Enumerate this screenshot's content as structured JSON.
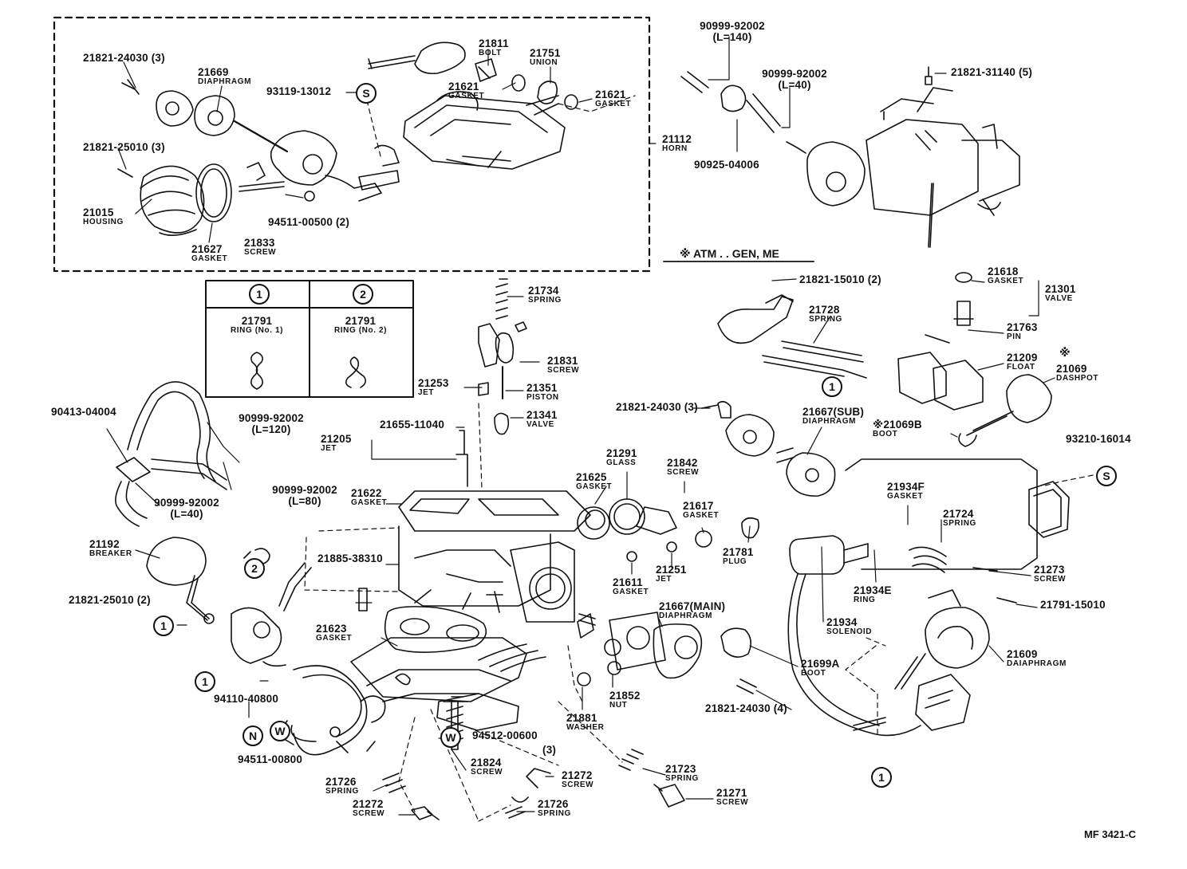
{
  "diagram": {
    "code": "MF 3421-C",
    "atm_note": "※ ATM . . GEN, ME",
    "ring_box": {
      "ring1": {
        "mark": "1",
        "part": "21791",
        "name": "RING (No. 1)"
      },
      "ring2": {
        "mark": "2",
        "part": "21791",
        "name": "RING (No. 2)"
      }
    },
    "parts": {
      "p21821_24030_3": {
        "num": "21821-24030 (3)",
        "name": ""
      },
      "p21669": {
        "num": "21669",
        "name": "DIAPHRAGM"
      },
      "p93119": {
        "num": "93119-13012",
        "name": ""
      },
      "p21811": {
        "num": "21811",
        "name": "BOLT"
      },
      "p21751": {
        "num": "21751",
        "name": "UNION"
      },
      "p21621a": {
        "num": "21621",
        "name": "GASKET"
      },
      "p21621b": {
        "num": "21621",
        "name": "GASKET"
      },
      "p21821_25010_3": {
        "num": "21821-25010 (3)",
        "name": ""
      },
      "p21112": {
        "num": "21112",
        "name": "HORN"
      },
      "p21015": {
        "num": "21015",
        "name": "HOUSING"
      },
      "p94511_00500": {
        "num": "94511-00500 (2)",
        "name": ""
      },
      "p21833": {
        "num": "21833",
        "name": "SCREW"
      },
      "p21627": {
        "num": "21627",
        "name": "GASKET"
      },
      "p90999_140": {
        "num": "90999-92002",
        "name": "(L=140)"
      },
      "p90999_40a": {
        "num": "90999-92002",
        "name": "(L=40)"
      },
      "p21821_31140": {
        "num": "21821-31140 (5)",
        "name": ""
      },
      "p90925": {
        "num": "90925-04006",
        "name": ""
      },
      "p21734": {
        "num": "21734",
        "name": "SPRING"
      },
      "p21831": {
        "num": "21831",
        "name": "SCREW"
      },
      "p21253": {
        "num": "21253",
        "name": "JET"
      },
      "p21351": {
        "num": "21351",
        "name": "PISTON"
      },
      "p21341": {
        "num": "21341",
        "name": "VALVE"
      },
      "p21655": {
        "num": "21655-11040",
        "name": ""
      },
      "p21205": {
        "num": "21205",
        "name": "JET"
      },
      "p90413": {
        "num": "90413-04004",
        "name": ""
      },
      "p90999_120": {
        "num": "90999-92002",
        "name": "(L=120)"
      },
      "p90999_80": {
        "num": "90999-92002",
        "name": "(L=80)"
      },
      "p90999_40b": {
        "num": "90999-92002",
        "name": "(L=40)"
      },
      "p21622": {
        "num": "21622",
        "name": "GASKET"
      },
      "p21192": {
        "num": "21192",
        "name": "BREAKER"
      },
      "p21821_25010_2": {
        "num": "21821-25010 (2)",
        "name": ""
      },
      "p21885": {
        "num": "21885-38310",
        "name": ""
      },
      "p21623": {
        "num": "21623",
        "name": "GASKET"
      },
      "p94110": {
        "num": "94110-40800",
        "name": ""
      },
      "p94511_00800": {
        "num": "94511-00800",
        "name": ""
      },
      "p94512": {
        "num": "94512-00600",
        "name": ""
      },
      "p21824": {
        "num": "21824",
        "name": "SCREW"
      },
      "p21272a": {
        "num": "21272",
        "name": "SCREW",
        "qty": "(3)"
      },
      "p21726a": {
        "num": "21726",
        "name": "SPRING"
      },
      "p21272b": {
        "num": "21272",
        "name": "SCREW"
      },
      "p21726b": {
        "num": "21726",
        "name": "SPRING"
      },
      "p21723": {
        "num": "21723",
        "name": "SPRING"
      },
      "p21271": {
        "num": "21271",
        "name": "SCREW"
      },
      "p21291": {
        "num": "21291",
        "name": "GLASS"
      },
      "p21625": {
        "num": "21625",
        "name": "GASKET"
      },
      "p21842": {
        "num": "21842",
        "name": "SCREW"
      },
      "p21617": {
        "num": "21617",
        "name": "GASKET"
      },
      "p21781": {
        "num": "21781",
        "name": "PLUG"
      },
      "p21611": {
        "num": "21611",
        "name": "GASKET"
      },
      "p21251": {
        "num": "21251",
        "name": "JET"
      },
      "p21667main": {
        "num": "21667(MAIN)",
        "name": "DIAPHRAGM"
      },
      "p21852": {
        "num": "21852",
        "name": "NUT"
      },
      "p21881": {
        "num": "21881",
        "name": "WASHER"
      },
      "p21699a": {
        "num": "21699A",
        "name": "BOOT"
      },
      "p21821_24030_4": {
        "num": "21821-24030 (4)",
        "name": ""
      },
      "p21821_15010": {
        "num": "21821-15010 (2)",
        "name": ""
      },
      "p21728": {
        "num": "21728",
        "name": "SPRING"
      },
      "p21618": {
        "num": "21618",
        "name": "GASKET"
      },
      "p21301": {
        "num": "21301",
        "name": "VALVE"
      },
      "p21763": {
        "num": "21763",
        "name": "PIN"
      },
      "p21209": {
        "num": "21209",
        "name": "FLOAT"
      },
      "p21069": {
        "num": "21069",
        "name": "DASHPOT"
      },
      "p21821_24030_b": {
        "num": "21821-24030 (3)",
        "name": ""
      },
      "p21667sub": {
        "num": "21667(SUB)",
        "name": "DIAPHRAGM"
      },
      "p21069b": {
        "num": "※21069B",
        "name": "BOOT"
      },
      "p93210": {
        "num": "93210-16014",
        "name": ""
      },
      "p21934f": {
        "num": "21934F",
        "name": "GASKET"
      },
      "p21724": {
        "num": "21724",
        "name": "SPRING"
      },
      "p21273": {
        "num": "21273",
        "name": "SCREW"
      },
      "p21934e": {
        "num": "21934E",
        "name": "RING"
      },
      "p21791_15010": {
        "num": "21791-15010",
        "name": ""
      },
      "p21934": {
        "num": "21934",
        "name": "SOLENOID"
      },
      "p21609": {
        "num": "21609",
        "name": "DAIAPHRAGM"
      }
    },
    "markers": {
      "s1": "S",
      "s2": "S",
      "n": "N",
      "w1": "W",
      "w2": "W",
      "one_a": "1",
      "one_b": "1",
      "one_c": "1",
      "one_d": "1",
      "two_a": "2"
    }
  }
}
